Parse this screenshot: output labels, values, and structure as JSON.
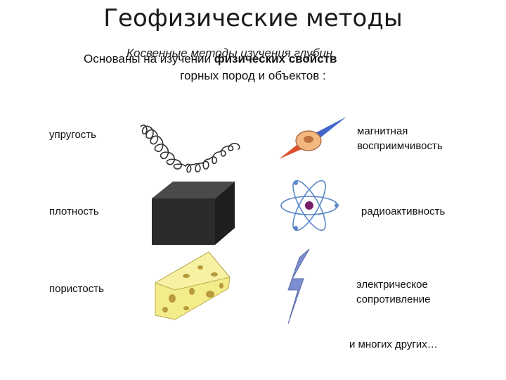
{
  "slide": {
    "title": "Геофизические методы",
    "overlap_italic": "Косвенные методы изучения глубин",
    "main_prefix": "Основаны на изучении ",
    "main_bold": "физических свойств",
    "subline": "горных пород и объектов :"
  },
  "properties_left": [
    {
      "label": "упругость",
      "icon": "spring-wave-icon"
    },
    {
      "label": "плотность",
      "icon": "dark-block-icon"
    },
    {
      "label": "пористость",
      "icon": "cheese-icon"
    }
  ],
  "properties_right": [
    {
      "line1": "магнитная",
      "line2": "восприимчивость",
      "icon": "compass-needle-icon"
    },
    {
      "line1": "радиоактивность",
      "line2": "",
      "icon": "atom-icon"
    },
    {
      "line1": "электрическое",
      "line2": "сопротивление",
      "icon": "lightning-icon"
    }
  ],
  "footer": "и многих других…",
  "colors": {
    "block": "#2b2b2b",
    "cheese": "#f3ec8a",
    "holes": "#b89a3c",
    "atom": "#5b86c8",
    "nucleus": "#7a1f6a",
    "lightning": "#7b8fd0"
  }
}
